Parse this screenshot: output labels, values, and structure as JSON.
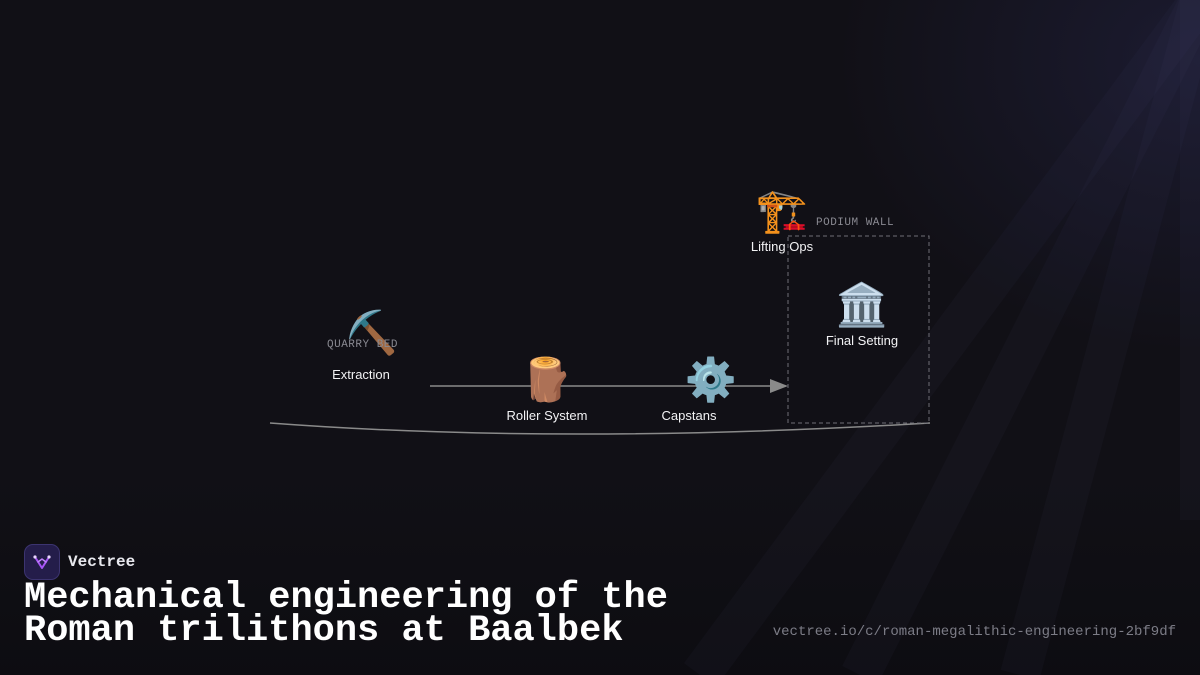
{
  "diagram": {
    "zones": {
      "quarry": "QUARRY BED",
      "podium": "PODIUM WALL"
    },
    "nodes": {
      "extraction": {
        "label": "Extraction",
        "icon": "pickaxe-icon",
        "glyph": "⛏️"
      },
      "roller": {
        "label": "Roller System",
        "icon": "log-icon",
        "glyph": "🪵"
      },
      "capstans": {
        "label": "Capstans",
        "icon": "gear-icon",
        "glyph": "⚙️"
      },
      "lifting": {
        "label": "Lifting Ops",
        "icon": "crane-icon",
        "glyph": "🏗️"
      },
      "final": {
        "label": "Final Setting",
        "icon": "classical-building-icon",
        "glyph": "🏛️"
      }
    }
  },
  "footer": {
    "brand": "Vectree",
    "title": "Mechanical engineering of the Roman trilithons at Baalbek",
    "url": "vectree.io/c/roman-megalithic-engineering-2bf9df"
  },
  "colors": {
    "background": "#111016",
    "accent": "#a855f7",
    "line": "#8a8a8a"
  }
}
